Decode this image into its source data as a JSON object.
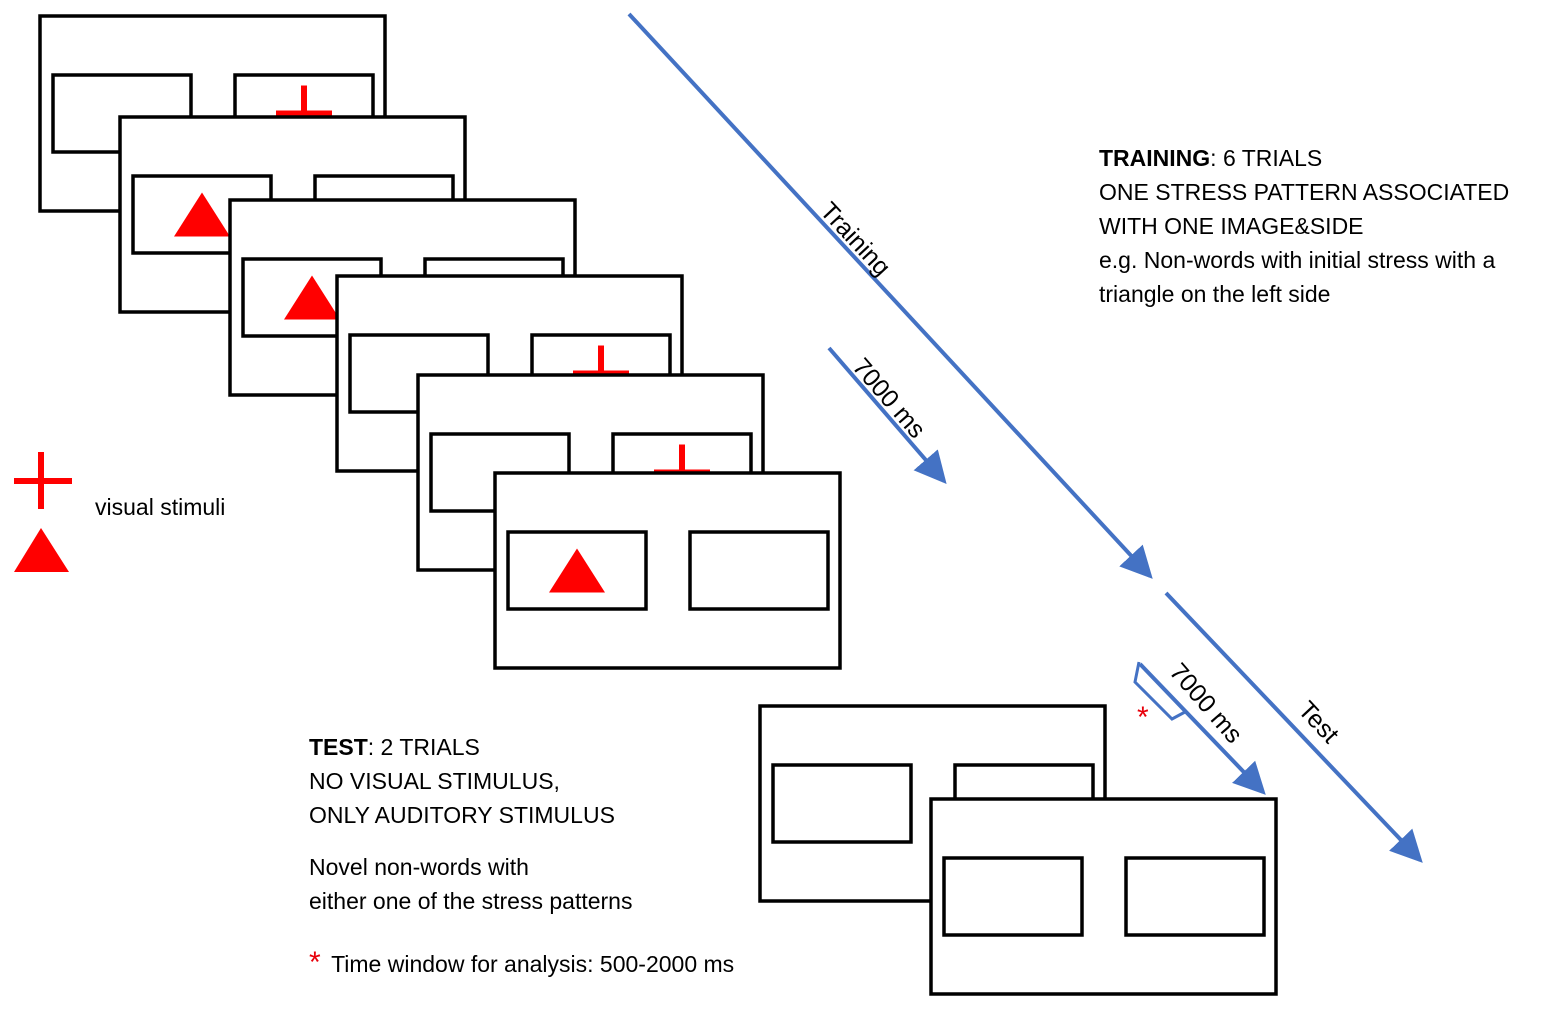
{
  "colors": {
    "stimulus": "#ff0000",
    "arrow": "#4472c4",
    "frame": "#000000"
  },
  "legend": {
    "cross_icon": "cross-icon",
    "triangle_icon": "triangle-icon",
    "label": "visual stimuli"
  },
  "training": {
    "heading": "TRAINING",
    "heading_rest": ": 6 TRIALS",
    "lines": [
      "ONE STRESS PATTERN ASSOCIATED",
      "WITH ONE IMAGE&SIDE",
      "e.g. Non-words with initial stress with a",
      "triangle on the left side"
    ],
    "screens": [
      {
        "left": "empty",
        "right": "cross"
      },
      {
        "left": "triangle",
        "right": "empty"
      },
      {
        "left": "triangle",
        "right": "empty"
      },
      {
        "left": "empty",
        "right": "cross"
      },
      {
        "left": "empty",
        "right": "cross"
      },
      {
        "left": "triangle",
        "right": "empty"
      }
    ]
  },
  "test": {
    "heading": "TEST",
    "heading_rest": ": 2 TRIALS",
    "lines": [
      "NO VISUAL STIMULUS,",
      "ONLY AUDITORY STIMULUS"
    ],
    "novel": [
      "Novel non-words with",
      "either one of the stress patterns"
    ],
    "star": "*",
    "analysis": "Time window for analysis: 500-2000 ms",
    "screens": [
      {
        "left": "empty",
        "right": "empty"
      },
      {
        "left": "empty",
        "right": "empty"
      }
    ]
  },
  "timeline": {
    "training_label": "Training",
    "test_label": "Test",
    "duration_training": "7000 ms",
    "duration_test": "7000 ms",
    "window_star": "*"
  }
}
